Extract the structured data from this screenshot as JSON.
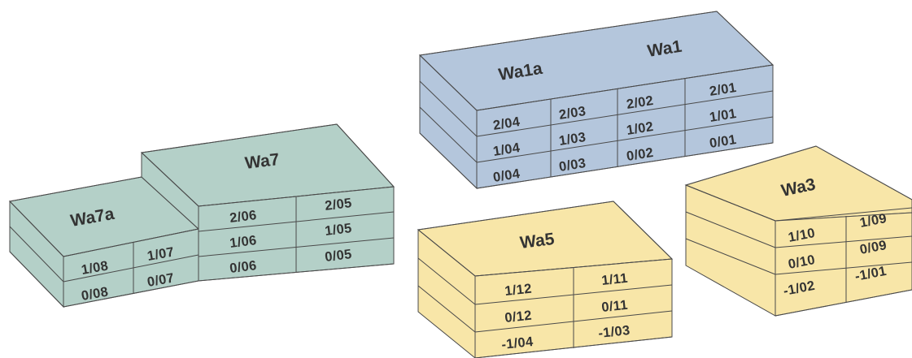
{
  "colors": {
    "blue": "#b4c6dc",
    "green": "#b4d0c8",
    "yellow": "#f8e6a8",
    "stroke": "#4a4a4a",
    "text": "#333333"
  },
  "buildings": {
    "wa7": {
      "name": "Wa7",
      "top": [
        "2/06",
        "2/05"
      ],
      "mid": [
        "1/06",
        "1/05"
      ],
      "bot": [
        "0/06",
        "0/05"
      ]
    },
    "wa7a": {
      "name": "Wa7a",
      "mid": [
        "1/08",
        "1/07"
      ],
      "bot": [
        "0/08",
        "0/07"
      ]
    },
    "wa1": {
      "name": "Wa1",
      "top": [
        "2/02",
        "2/01"
      ],
      "mid": [
        "1/02",
        "1/01"
      ],
      "bot": [
        "0/02",
        "0/01"
      ]
    },
    "wa1a": {
      "name": "Wa1a",
      "top": [
        "2/04",
        "2/03"
      ],
      "mid": [
        "1/04",
        "1/03"
      ],
      "bot": [
        "0/04",
        "0/03"
      ]
    },
    "wa5": {
      "name": "Wa5",
      "top": [
        "1/12",
        "1/11"
      ],
      "mid": [
        "0/12",
        "0/11"
      ],
      "bot": [
        "-1/04",
        "-1/03"
      ]
    },
    "wa3": {
      "name": "Wa3",
      "top": [
        "1/10",
        "1/09"
      ],
      "mid": [
        "0/10",
        "0/09"
      ],
      "bot": [
        "-1/02",
        "-1/01"
      ]
    }
  }
}
